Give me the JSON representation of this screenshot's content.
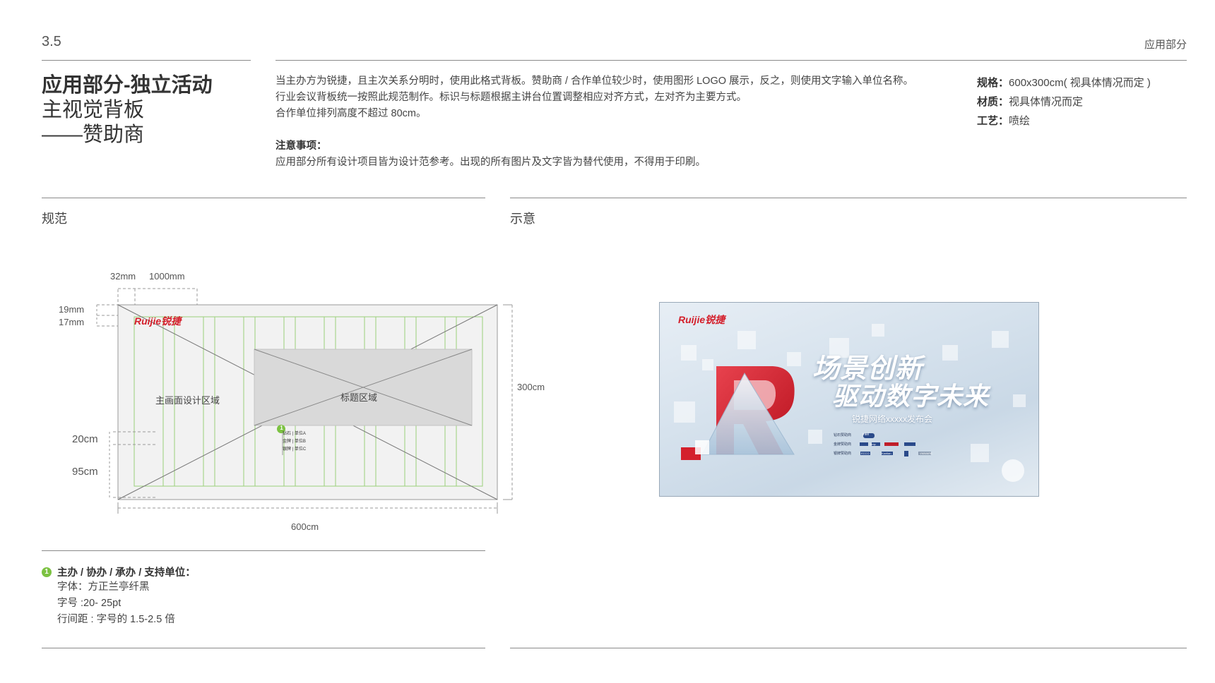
{
  "page": {
    "number": "3.5",
    "section": "应用部分"
  },
  "title": {
    "line1": "应用部分-独立活动",
    "line2": "主视觉背板",
    "line3": "——赞助商"
  },
  "description": {
    "p1": "当主办方为锐捷，且主次关系分明时，使用此格式背板。赞助商 / 合作单位较少时，使用图形 LOGO 展示，反之，则使用文字输入单位名称。",
    "p2": "行业会议背板统一按照此规范制作。标识与标题根据主讲台位置调整相应对齐方式，左对齐为主要方式。",
    "p3": "合作单位排列高度不超过 80cm。",
    "note_heading": "注意事项：",
    "note_text": "应用部分所有设计项目皆为设计范参考。出现的所有图片及文字皆为替代使用，不得用于印刷。"
  },
  "specs": {
    "size_key": "规格：",
    "size_val": "600x300cm( 视具体情况而定 )",
    "material_key": "材质：",
    "material_val": "视具体情况而定",
    "process_key": "工艺：",
    "process_val": "喷绘"
  },
  "spec_panel": {
    "heading": "规范",
    "dims": {
      "w32": "32mm",
      "w1000": "1000mm",
      "h19": "19mm",
      "h17": "17mm",
      "h20": "20cm",
      "h95": "95cm",
      "h300": "300cm",
      "w600": "600cm"
    },
    "logo_text": "Ruijie锐捷",
    "main_area": "主画面设计区域",
    "title_area": "标题区域",
    "badge": "1",
    "sponsor_rows": [
      {
        "k": "钻石",
        "v": "单位A"
      },
      {
        "k": "金牌",
        "v": "单位B"
      },
      {
        "k": "银牌",
        "v": "单位C"
      }
    ]
  },
  "preview_panel": {
    "heading": "示意",
    "logo_text": "Ruijie锐捷",
    "headline1": "场景创新",
    "headline2": "驱动数字未来",
    "subline": "锐捷网络xxxxx发布会",
    "tier_labels": [
      "钻石赞助商",
      "金牌赞助商",
      "银牌赞助商"
    ],
    "brand_logos": [
      "intel",
      "dmp",
      "ECCO",
      "Kantian",
      "VMWARE"
    ]
  },
  "legend": {
    "badge": "1",
    "heading": "主办 / 协办 / 承办 / 支持单位：",
    "font": "字体：方正兰亭纤黑",
    "size": "字号 :20- 25pt",
    "leading": "行间距 : 字号的 1.5-2.5 倍"
  },
  "colors": {
    "accent_green": "#7cc242",
    "brand_red": "#d4202c",
    "rule_gray": "#8a8a8a",
    "placeholder_gray": "#d9d9d9"
  }
}
